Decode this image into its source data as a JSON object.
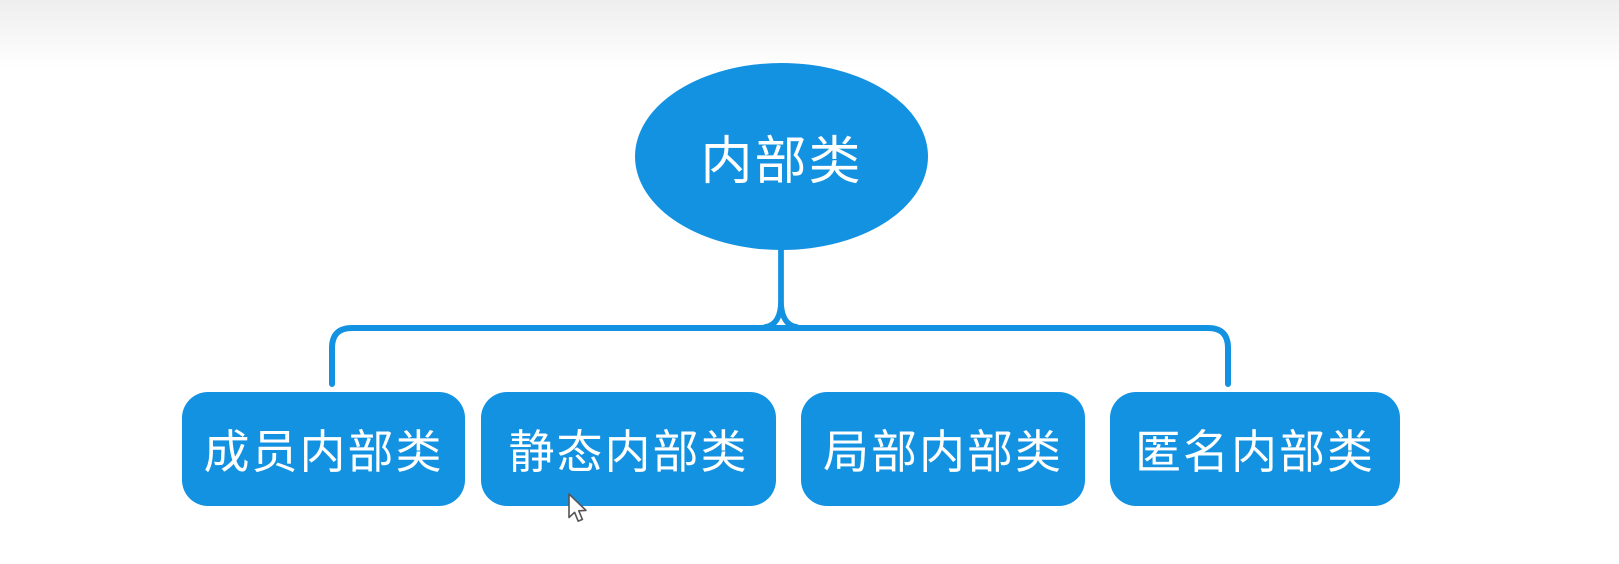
{
  "diagram": {
    "root": {
      "label": "内部类"
    },
    "children": [
      {
        "label": "成员内部类"
      },
      {
        "label": "静态内部类"
      },
      {
        "label": "局部内部类"
      },
      {
        "label": "匿名内部类"
      }
    ],
    "colors": {
      "node_fill": "#1392e2",
      "node_text": "#ffffff",
      "connector": "#1392e2",
      "background": "#ffffff",
      "top_gradient": "#eeeeee"
    }
  },
  "cursor": {
    "type": "arrow"
  }
}
